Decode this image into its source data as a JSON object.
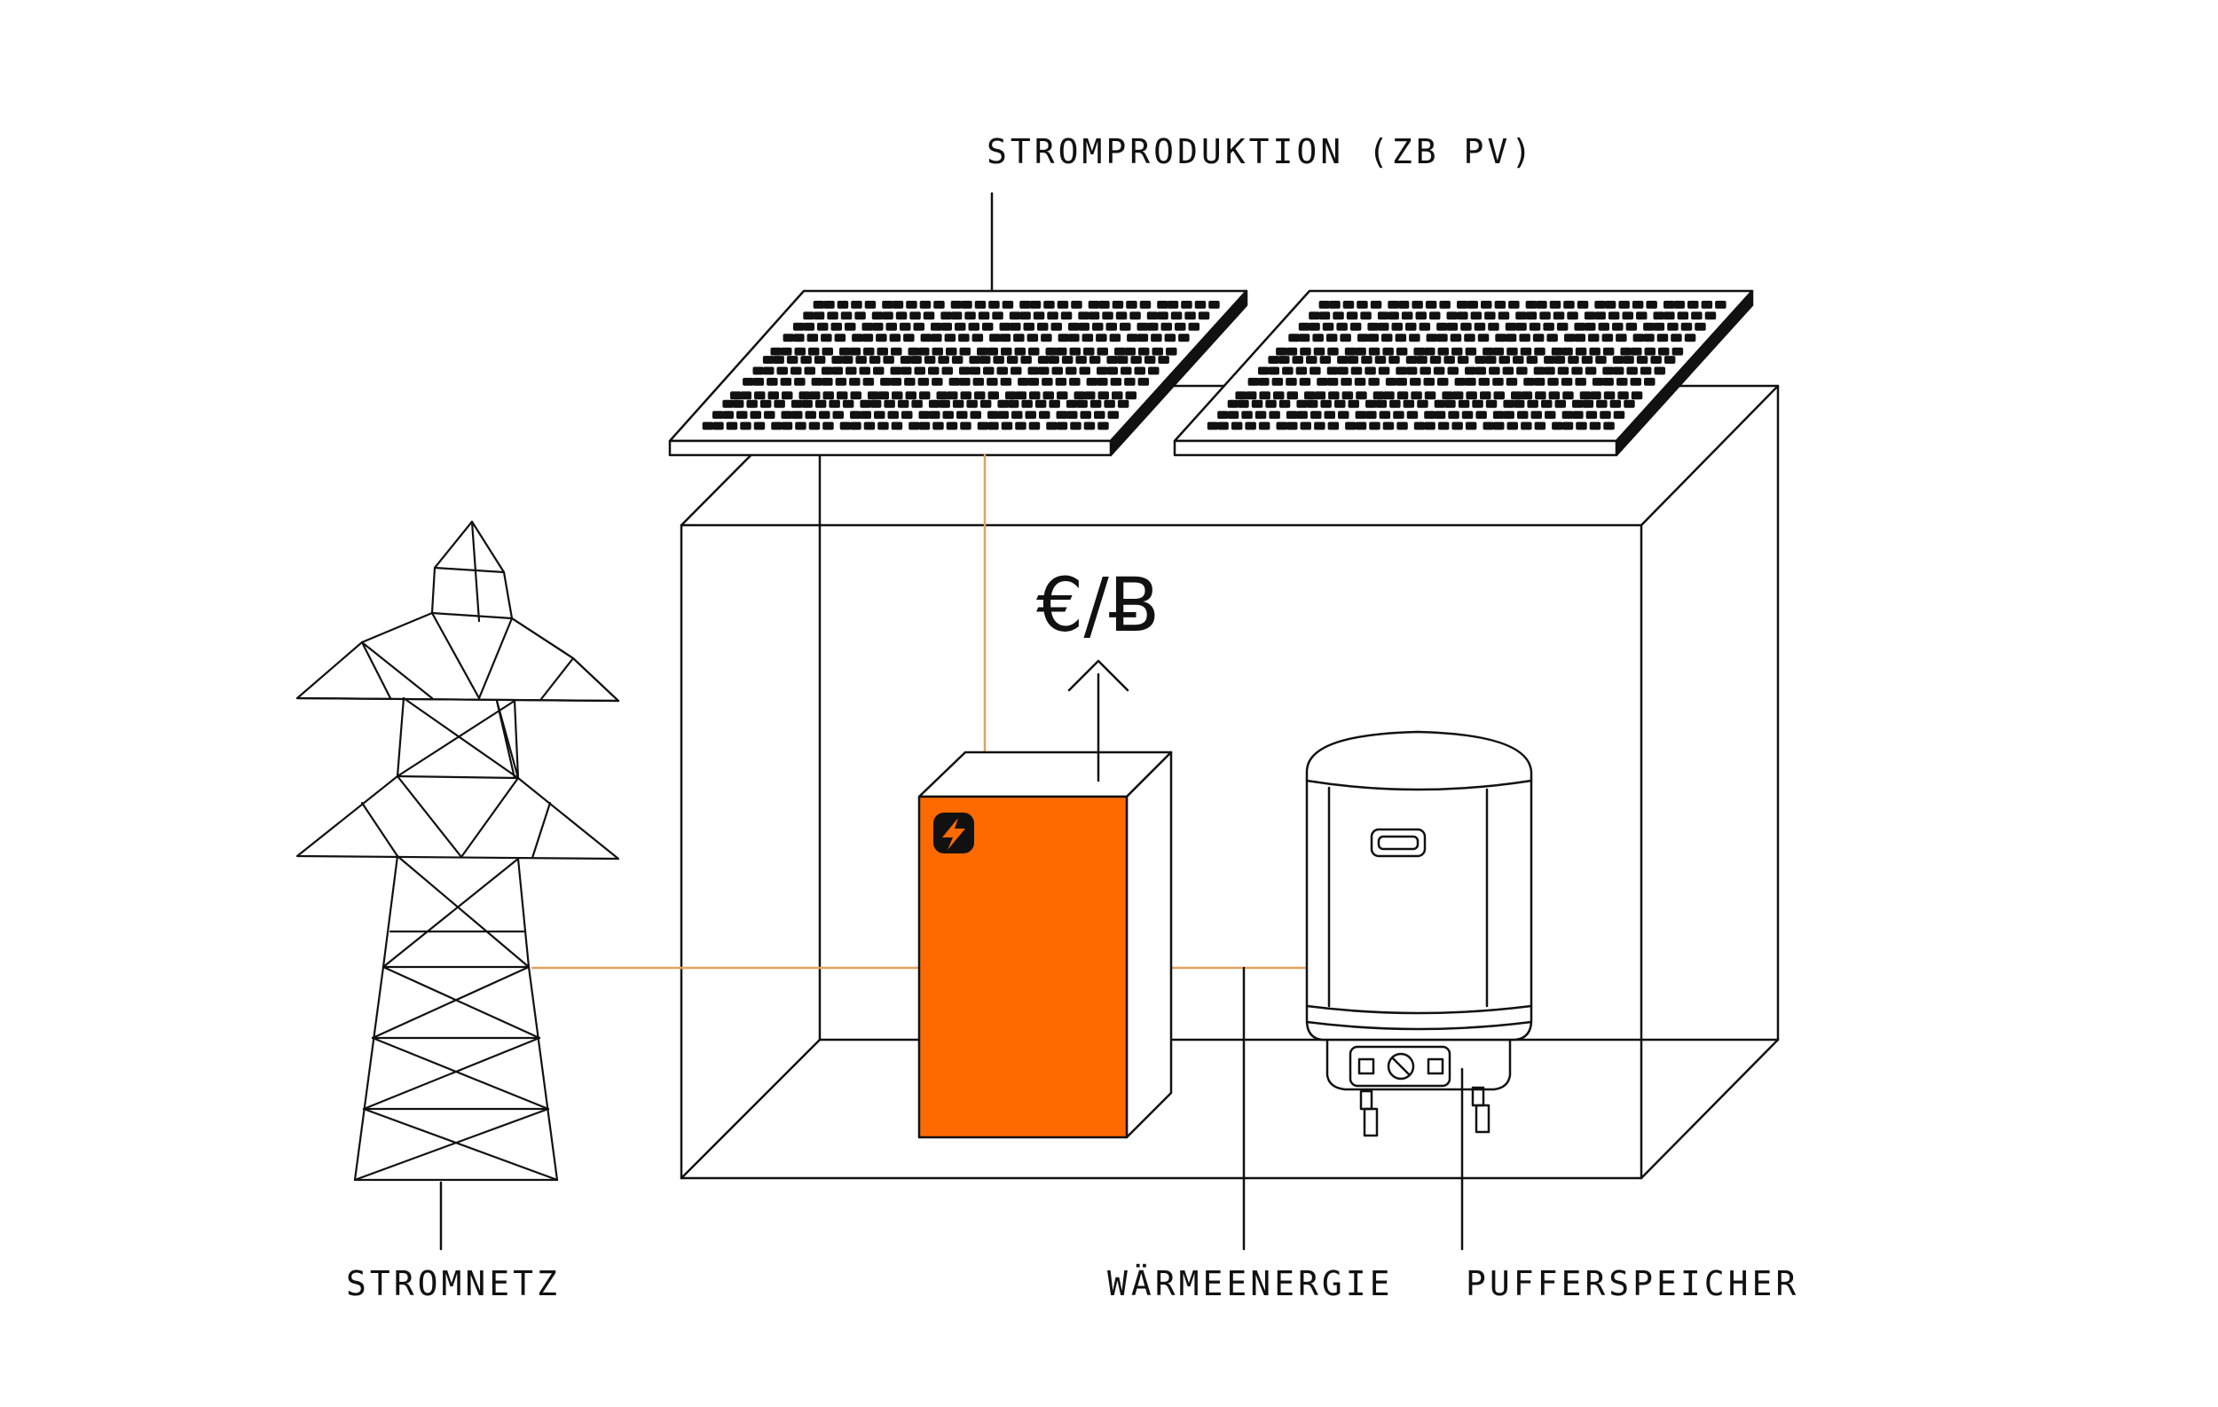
{
  "labels": {
    "production": "STROMPRODUKTION (ZB PV)",
    "grid": "STROMNETZ",
    "heat": "WÄRMEENERGIE",
    "buffer": "PUFFERSPEICHER",
    "currency": "€/Ƀ"
  },
  "colors": {
    "accent": "#FF6A00",
    "wire": "#E3A25E",
    "line": "#111111",
    "background": "#FFFFFF"
  },
  "icons": {
    "miner_logo": "lightning-bolt-icon"
  }
}
